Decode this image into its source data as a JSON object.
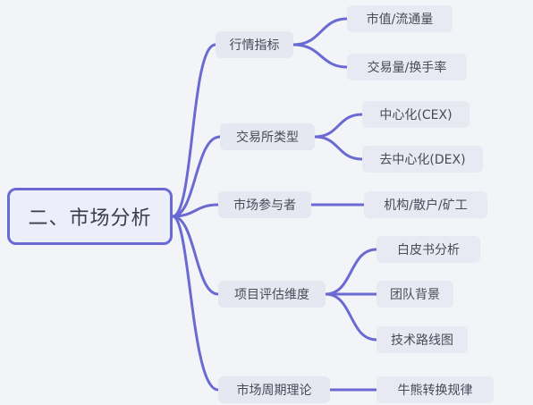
{
  "colors": {
    "branch": "#6a6ad2",
    "background": "#f3f4f8",
    "node_fill": "#e5e7f1",
    "text": "#4a4a58"
  },
  "root": {
    "label": "二、市场分析"
  },
  "branches": [
    {
      "label": "行情指标",
      "children": [
        "市值/流通量",
        "交易量/换手率"
      ]
    },
    {
      "label": "交易所类型",
      "children": [
        "中心化(CEX)",
        "去中心化(DEX)"
      ]
    },
    {
      "label": "市场参与者",
      "children": [
        "机构/散户/矿工"
      ]
    },
    {
      "label": "项目评估维度",
      "children": [
        "白皮书分析",
        "团队背景",
        "技术路线图"
      ]
    },
    {
      "label": "市场周期理论",
      "children": [
        "牛熊转换规律"
      ]
    }
  ]
}
